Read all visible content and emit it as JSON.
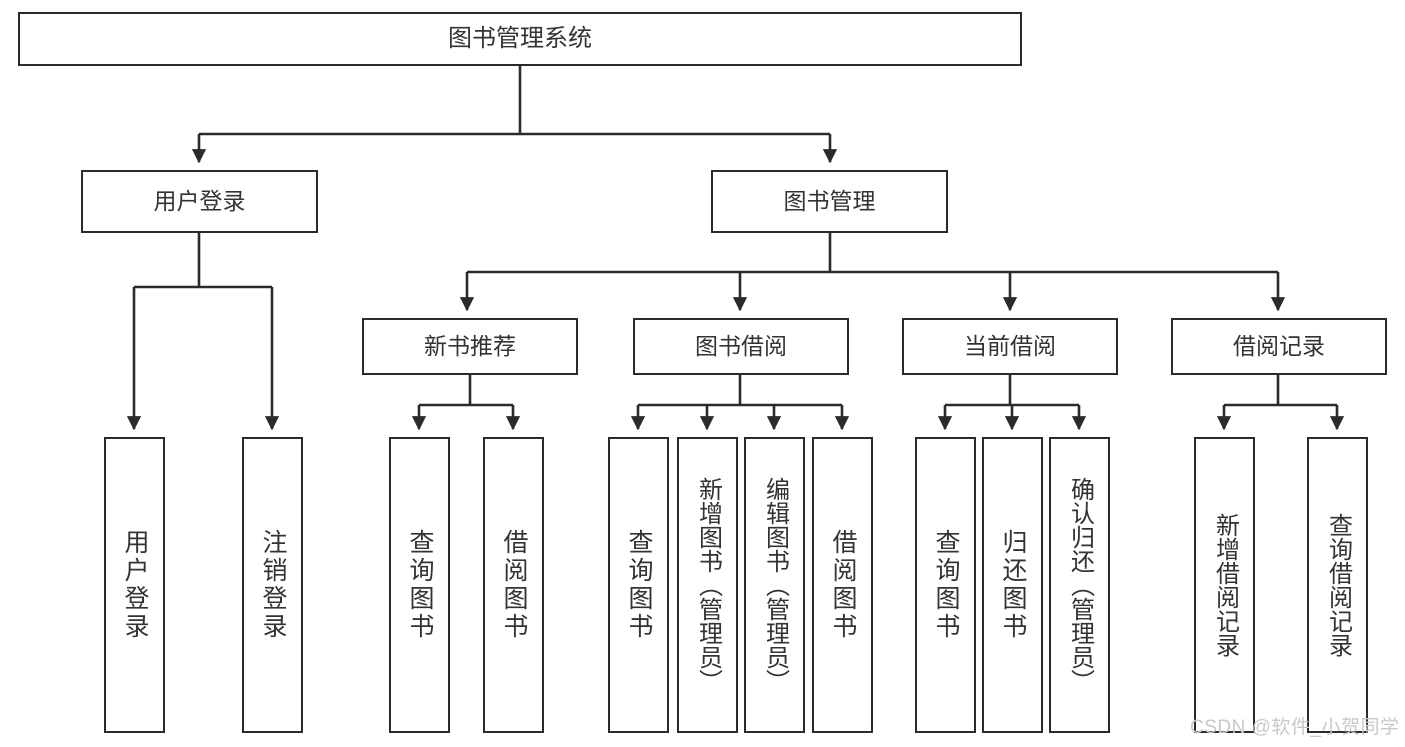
{
  "diagram": {
    "type": "tree-hierarchy",
    "title": "图书管理系统",
    "theme": {
      "background": "#ffffff",
      "box_border": "#2b2b2b",
      "box_fill": "#ffffff",
      "text": "#333333",
      "edge": "#2b2b2b",
      "watermark": "#c8c8c8"
    },
    "levels": 3
  },
  "nodes": {
    "root": {
      "label": "图书管理系统"
    },
    "level1": [
      {
        "label": "用户登录"
      },
      {
        "label": "图书管理"
      }
    ],
    "level2": [
      {
        "label": "新书推荐"
      },
      {
        "label": "图书借阅"
      },
      {
        "label": "当前借阅"
      },
      {
        "label": "借阅记录"
      }
    ],
    "leaves": {
      "user_login": [
        {
          "label": "用户登录"
        },
        {
          "label": "注销登录"
        }
      ],
      "new_book_recommend": [
        {
          "label": "查询图书"
        },
        {
          "label": "借阅图书"
        }
      ],
      "book_borrow": [
        {
          "label": "查询图书"
        },
        {
          "label": "新增图书（管理员）"
        },
        {
          "label": "编辑图书（管理员）"
        },
        {
          "label": "借阅图书"
        }
      ],
      "current_borrow": [
        {
          "label": "查询图书"
        },
        {
          "label": "归还图书"
        },
        {
          "label": "确认归还（管理员）"
        }
      ],
      "borrow_record": [
        {
          "label": "新增借阅记录"
        },
        {
          "label": "查询借阅记录"
        }
      ]
    }
  },
  "watermark": {
    "text": "CSDN @软件_小贺同学"
  }
}
